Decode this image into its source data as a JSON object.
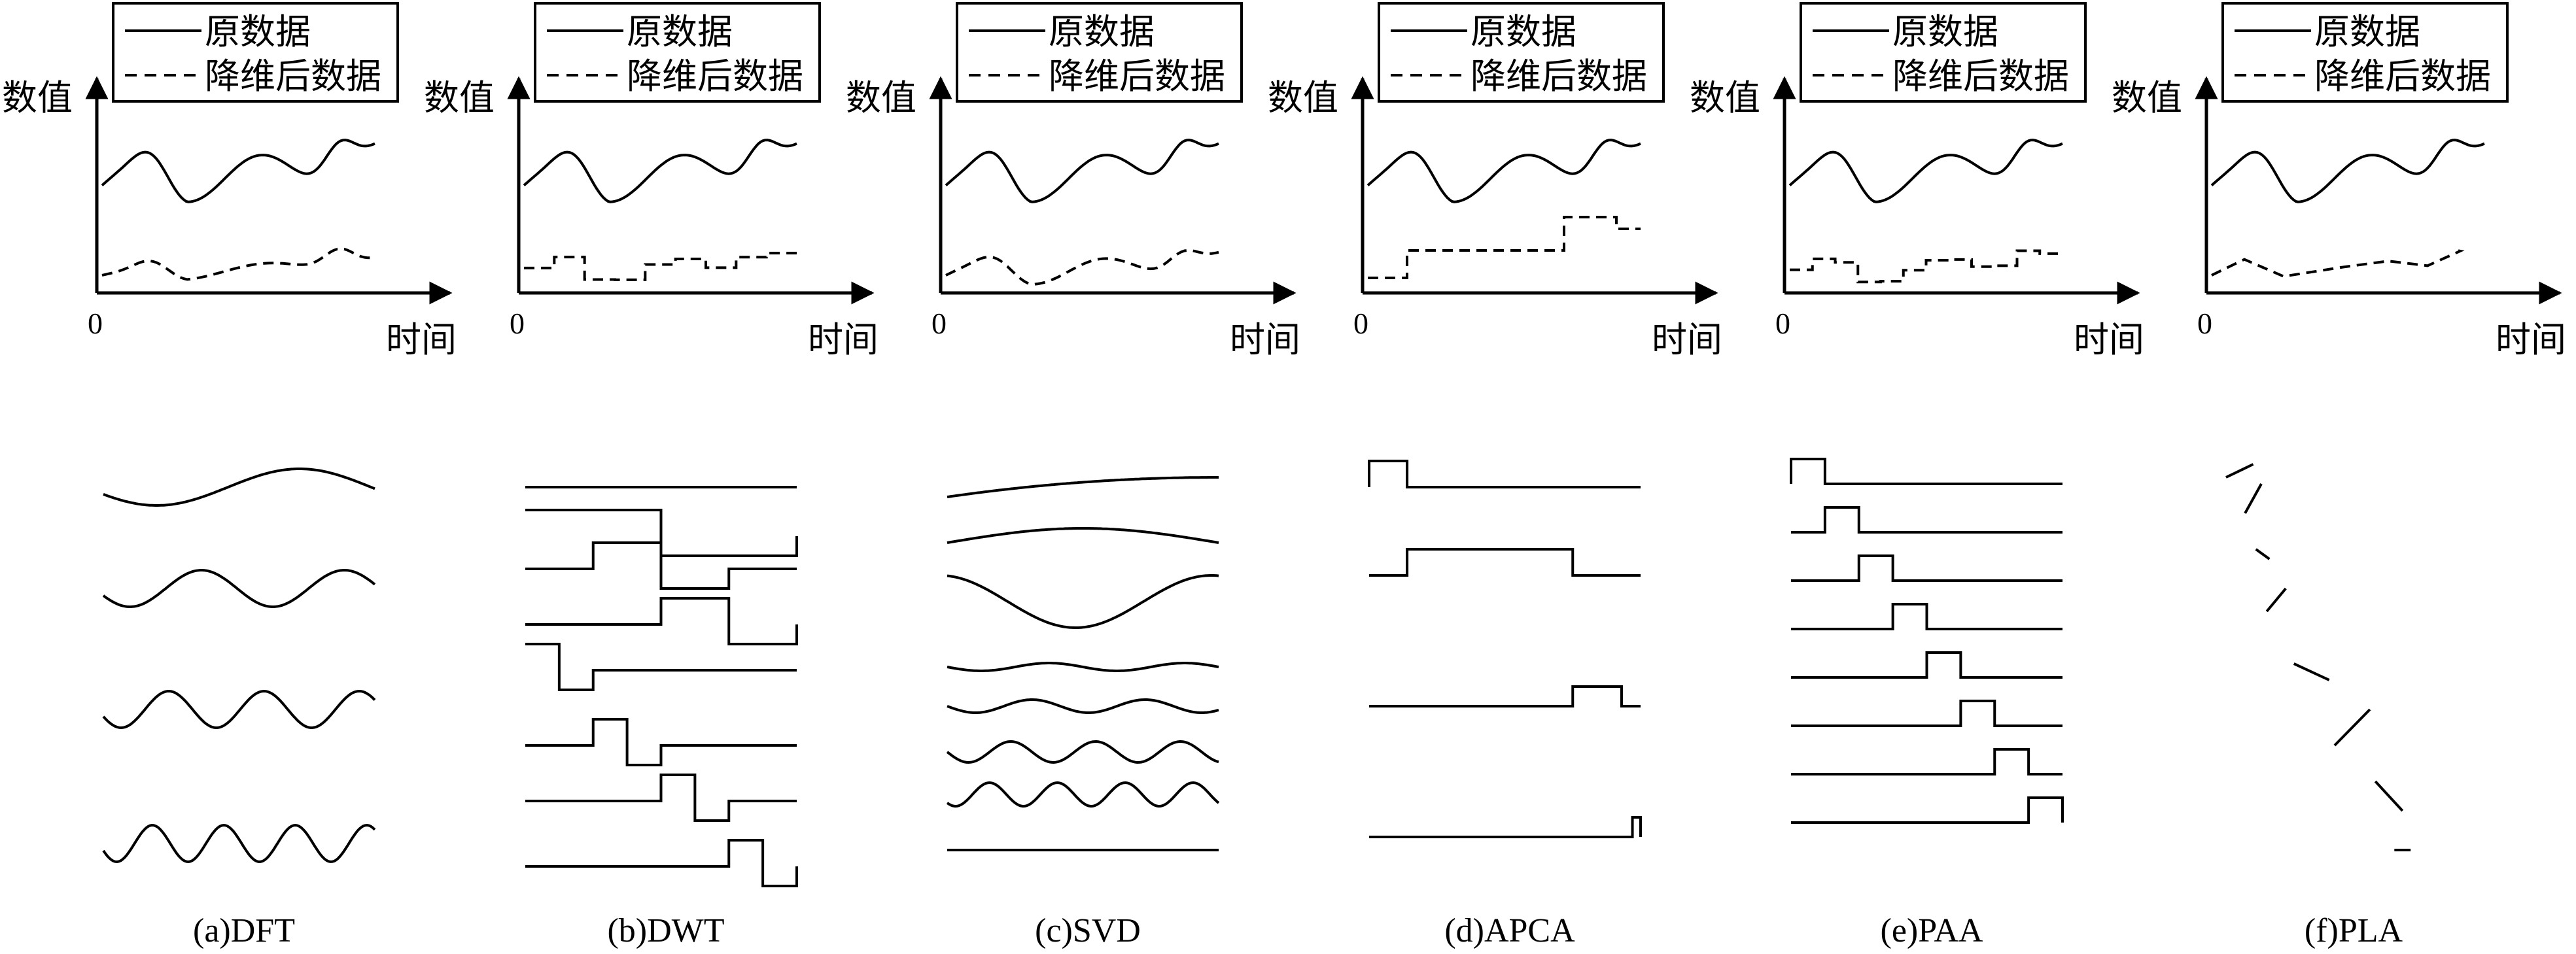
{
  "legend": {
    "original_label": "原数据",
    "reduced_label": "降维后数据"
  },
  "axes": {
    "y_label": "数值",
    "x_label": "时间",
    "origin_label": "0"
  },
  "panels": [
    {
      "id": "a",
      "caption": "(a)DFT",
      "approximation": "smooth curve",
      "basis": "sinusoids of increasing frequency"
    },
    {
      "id": "b",
      "caption": "(b)DWT",
      "approximation": "step",
      "basis": "Haar wavelets"
    },
    {
      "id": "c",
      "caption": "(c)SVD",
      "approximation": "smooth curve",
      "basis": "eigenwaves"
    },
    {
      "id": "d",
      "caption": "(d)APCA",
      "approximation": "adaptive step",
      "basis": "variable-length constant segments"
    },
    {
      "id": "e",
      "caption": "(e)PAA",
      "approximation": "step",
      "basis": "equal-length constant segments"
    },
    {
      "id": "f",
      "caption": "(f)PLA",
      "approximation": "piecewise linear",
      "basis": "line segments"
    }
  ]
}
